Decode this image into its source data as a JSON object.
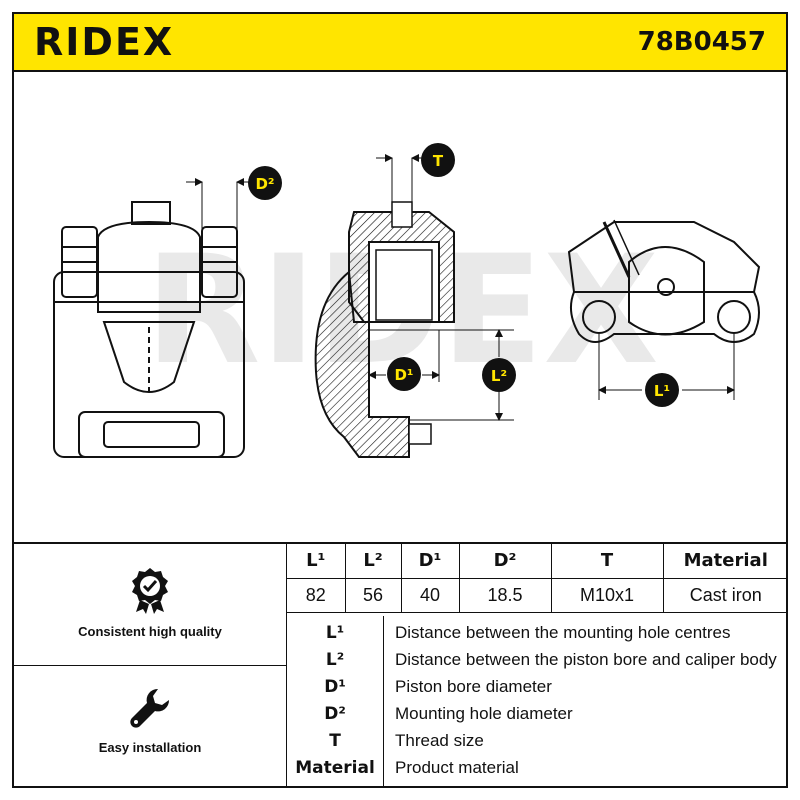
{
  "header": {
    "brand": "RIDEX",
    "part_number": "78B0457"
  },
  "callouts": {
    "T": "T",
    "D2": "D²",
    "D1": "D¹",
    "L2": "L²",
    "L1": "L¹"
  },
  "features": [
    {
      "label": "Consistent high quality",
      "icon": "quality-seal-icon"
    },
    {
      "label": "Easy installation",
      "icon": "wrench-icon"
    }
  ],
  "spec_table": {
    "headers": [
      "L¹",
      "L²",
      "D¹",
      "D²",
      "T",
      "Material"
    ],
    "values": [
      "82",
      "56",
      "40",
      "18.5",
      "M10x1",
      "Cast iron"
    ]
  },
  "legend": [
    {
      "key": "L¹",
      "desc": "Distance between the mounting hole centres"
    },
    {
      "key": "L²",
      "desc": "Distance between the piston bore and caliper body"
    },
    {
      "key": "D¹",
      "desc": "Piston bore diameter"
    },
    {
      "key": "D²",
      "desc": "Mounting hole diameter"
    },
    {
      "key": "T",
      "desc": "Thread size"
    },
    {
      "key": "Material",
      "desc": "Product material"
    }
  ],
  "colors": {
    "brand_yellow": "#ffe500",
    "callout_fill": "#111111",
    "callout_text": "#ffe500"
  }
}
